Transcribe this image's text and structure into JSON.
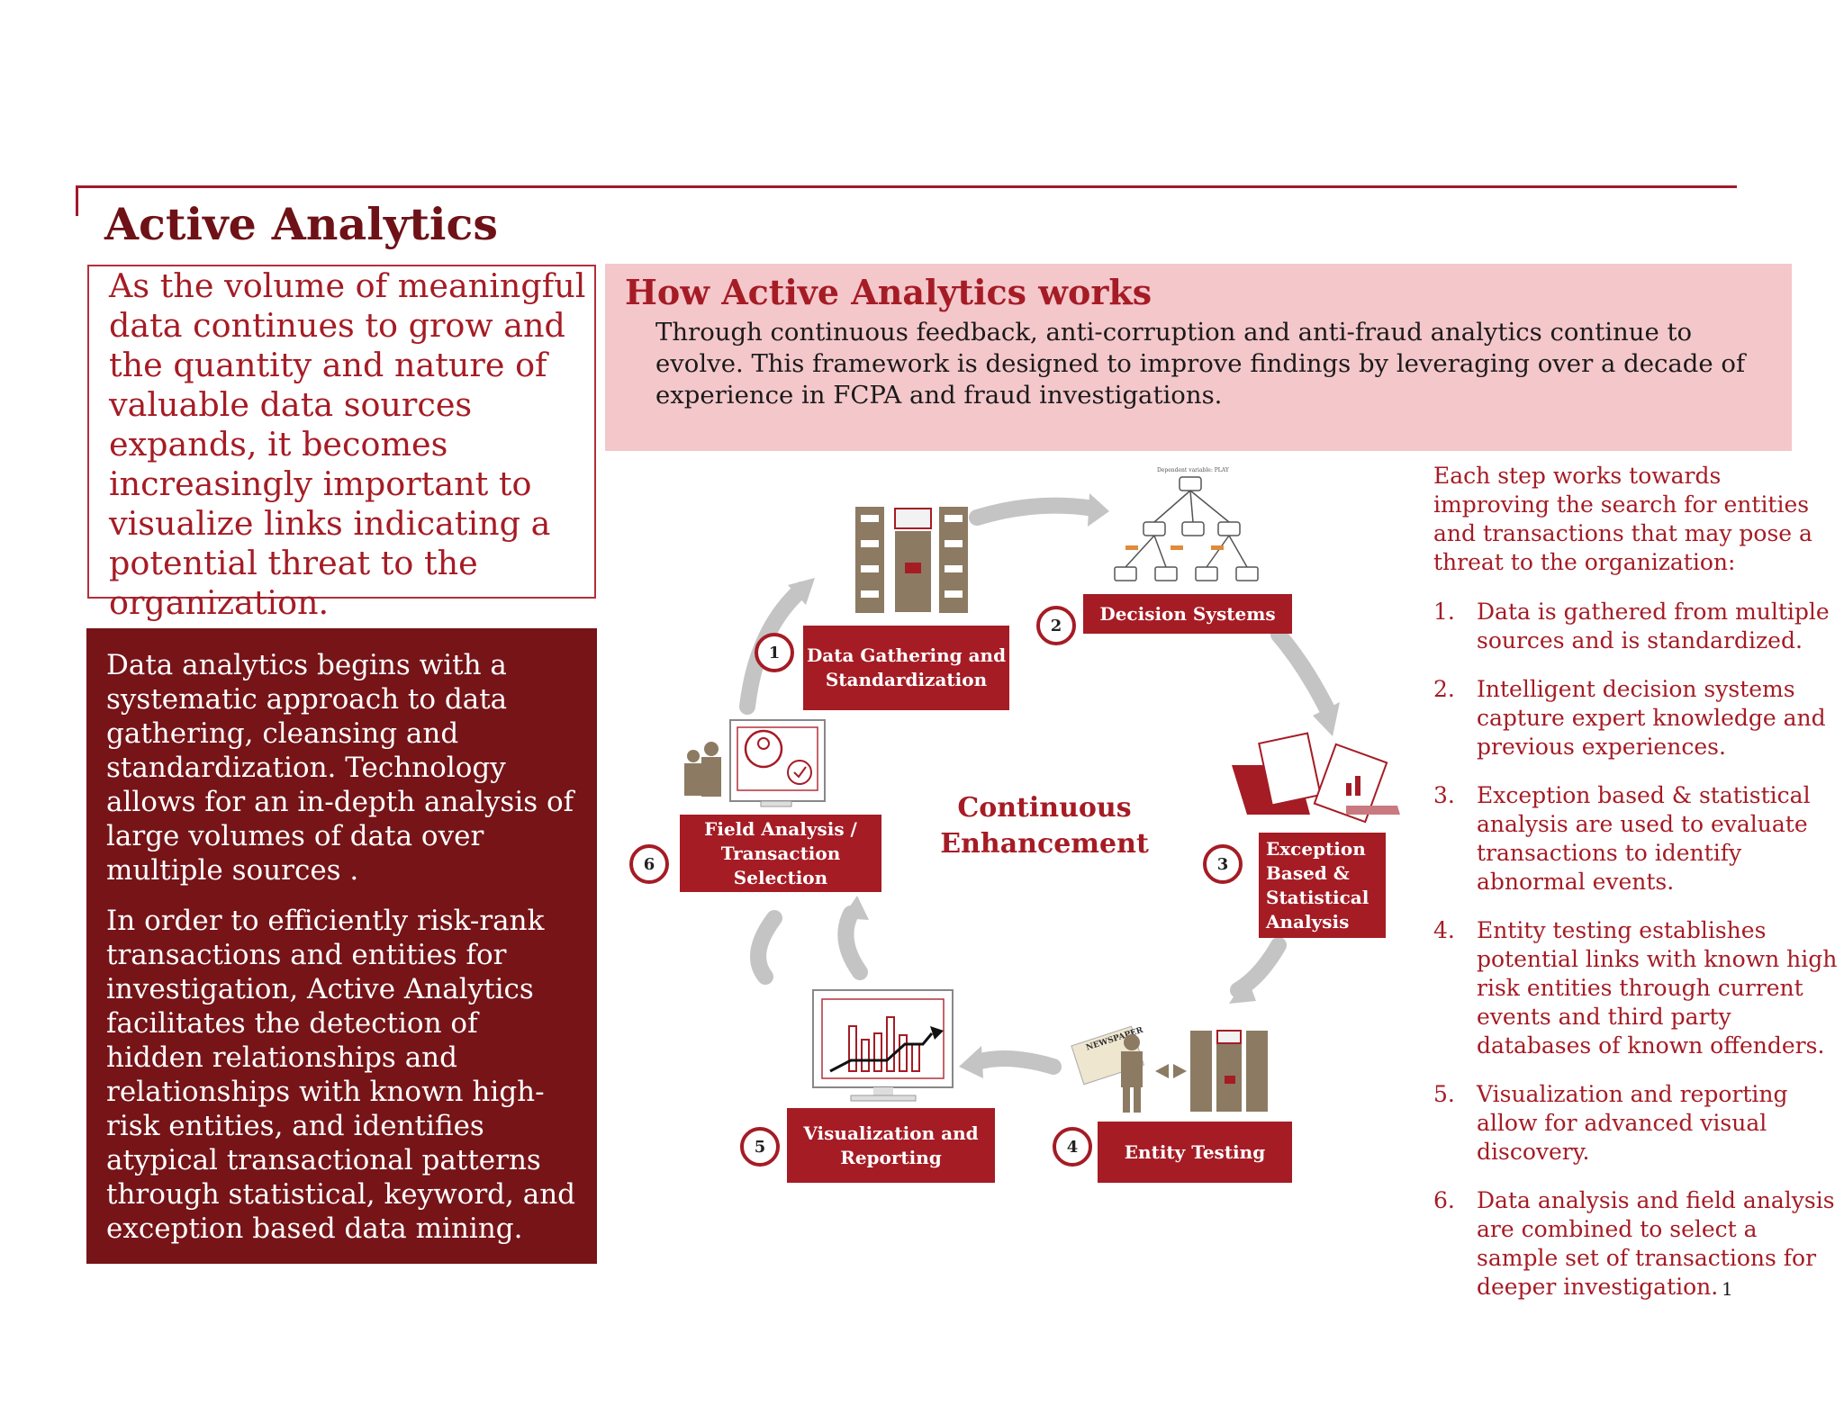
{
  "title": "Active Analytics",
  "intro": "As the volume of meaningful data continues to grow and the quantity and nature of valuable data sources expands, it becomes increasingly important to visualize links indicating a potential threat to the organization.",
  "body_paragraphs": [
    "Data analytics begins with a systematic approach to data gathering, cleansing and standardization.  Technology allows for an in-depth analysis of large volumes of data over multiple sources .",
    "In order to efficiently risk-rank transactions and entities for investigation, Active Analytics facilitates the detection of hidden relationships and relationships with known high-risk entities, and identifies atypical transactional patterns through statistical, keyword, and exception based data mining."
  ],
  "how": {
    "title": "How Active Analytics works",
    "text": "Through continuous feedback, anti-corruption and anti-fraud analytics continue to evolve.  This framework is designed to improve  findings by leveraging over a decade of experience in FCPA and fraud investigations."
  },
  "diagram": {
    "center_label": "Continuous Enhancement",
    "steps": [
      {
        "number": "1",
        "label": "Data Gathering and Standardization"
      },
      {
        "number": "2",
        "label": "Decision Systems"
      },
      {
        "number": "3",
        "label": "Exception Based & Statistical Analysis"
      },
      {
        "number": "4",
        "label": "Entity Testing"
      },
      {
        "number": "5",
        "label": "Visualization and Reporting"
      },
      {
        "number": "6",
        "label": "Field Analysis / Transaction Selection"
      }
    ],
    "icon_text_newspaper": "NEWSPAPER",
    "icon_text_tree": "Dependent variable: PLAY"
  },
  "steps_intro": "Each step works towards improving the search for entities and transactions that may pose a threat to the organization:",
  "steps_list": [
    {
      "num": "1.",
      "text": "Data is gathered from multiple sources and is standardized."
    },
    {
      "num": "2.",
      "text": "Intelligent decision systems capture expert knowledge and previous experiences."
    },
    {
      "num": "3.",
      "text": "Exception based & statistical analysis are used to evaluate transactions to identify abnormal events."
    },
    {
      "num": "4.",
      "text": "Entity testing establishes potential links with known high risk entities  through current events and third party databases of known offenders."
    },
    {
      "num": "5.",
      "text": "Visualization and reporting allow for advanced visual discovery."
    },
    {
      "num": "6.",
      "text": "Data analysis and field analysis are combined to select a sample set of transactions for deeper investigation."
    }
  ],
  "page_number": "1",
  "colors": {
    "accent": "#a51c25",
    "dark": "#761418",
    "pink": "#f4c7cb",
    "arrow": "#c4c4c4",
    "cabinet": "#8c7b62"
  }
}
